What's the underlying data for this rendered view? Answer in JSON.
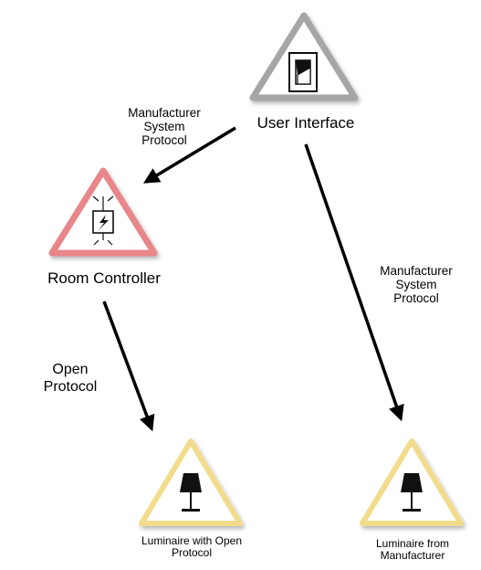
{
  "nodes": {
    "user_interface": {
      "label": "User Interface",
      "color": "#a6a6a6",
      "icon": "switch-icon"
    },
    "room_controller": {
      "label": "Room Controller",
      "color": "#e8868a",
      "icon": "controller-icon"
    },
    "luminaire_open": {
      "label_line1": "Luminaire with Open",
      "label_line2": "Protocol",
      "color": "#f2dc8c",
      "icon": "lamp-icon"
    },
    "luminaire_mfr": {
      "label_line1": "Luminaire from",
      "label_line2": "Manufacturer",
      "color": "#f2dc8c",
      "icon": "lamp-icon"
    }
  },
  "edges": {
    "ui_to_controller": {
      "line1": "Manufacturer",
      "line2": "System",
      "line3": "Protocol"
    },
    "controller_to_luminaire": {
      "line1": "Open",
      "line2": "Protocol"
    },
    "ui_to_luminaire": {
      "line1": "Manufacturer",
      "line2": "System",
      "line3": "Protocol"
    }
  }
}
